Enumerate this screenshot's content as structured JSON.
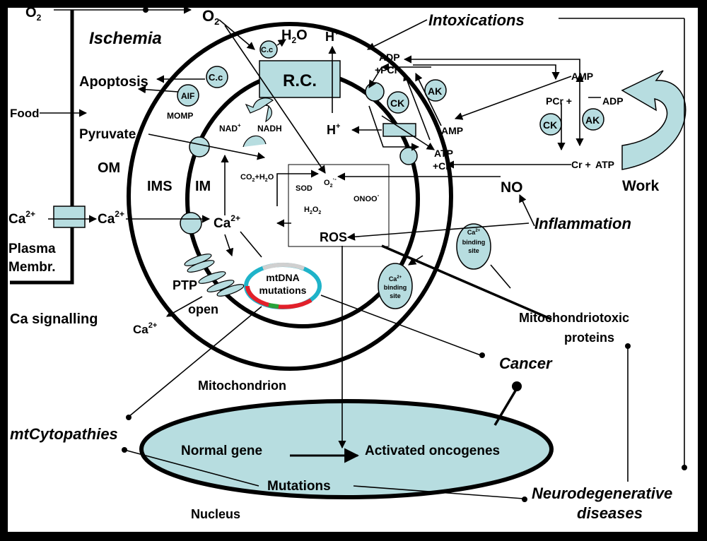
{
  "colors": {
    "organelle": "#b7dde0",
    "stroke": "#000000",
    "background": "#ffffff",
    "frame": "#000000"
  },
  "labels": {
    "o2_left": "O",
    "o2_top": "O",
    "ischemia": "Ischemia",
    "h2o": "H",
    "h2o_tail": "O",
    "hplus_top": "H",
    "hplus_mid": "H",
    "intoxications": "Intoxications",
    "apoptosis": "Apoptosis",
    "aif": "AIF",
    "momp": "MOMP",
    "cc_ims": "C.c",
    "cc_rc": "C.c",
    "rc": "R.C.",
    "food": "Food",
    "pyruvate": "Pyruvate",
    "nad": "NAD",
    "nadh": "NADH",
    "om": "OM",
    "ims": "IMS",
    "im": "IM",
    "co2h2o": "CO",
    "co2h2o_mid": "+H",
    "co2h2o_end": "O",
    "sod": "SOD",
    "o2_ros": "O",
    "onoo": "ONOO",
    "h2o2": "H",
    "h2o2_mid": "O",
    "ros": "ROS",
    "no": "NO",
    "inflammation": "Inflammation",
    "ca_left": "Ca",
    "ca_mid": "Ca",
    "ca_in": "Ca",
    "ca_out": "Ca",
    "plasma": "Plasma",
    "membr": "Membr.",
    "ca_signalling": "Ca signalling",
    "ptp": "PTP",
    "open": "open",
    "mtdna": "mtDNA",
    "mutations_mt": "mutations",
    "ca_bind_1a": "Ca",
    "ca_bind_1b": "binding",
    "ca_bind_1c": "site",
    "ca_bind_2a": "Ca",
    "ca_bind_2b": "binding",
    "ca_bind_2c": "site",
    "mitotoxic_1": "Mitochondriotoxic",
    "mitotoxic_2": "proteins",
    "cancer": "Cancer",
    "mitochondrion": "Mitochondrion",
    "mtcytopathies": "mtCytopathies",
    "normal_gene": "Normal gene",
    "activated_oncogenes": "Activated oncogenes",
    "mutations_nuc": "Mutations",
    "nucleus": "Nucleus",
    "neuro_1": "Neurodegenerative",
    "neuro_2": "diseases",
    "adp_pcr_1": "ADP",
    "adp_pcr_2": "+PCr",
    "ck_in": "CK",
    "ak_in": "AK",
    "amp_in": "AMP",
    "atp_cr_1": "ATP",
    "atp_cr_2": "+Cr",
    "amp_out": "AMP",
    "pcr_out": "PCr +",
    "adp_out": "ADP",
    "ck_out": "CK",
    "ak_out": "AK",
    "cr_out": "Cr +",
    "atp_out": "ATP",
    "work": "Work",
    "sup_2a": "2",
    "sup_2b": "2",
    "sup_2h": "2",
    "sup_2c": "2",
    "sup_2d": "2",
    "sup_2e": "2",
    "sup_2f": "2",
    "sup_plus_1": "+",
    "sup_plus_2": "+",
    "sup_plus_3": "+",
    "sup_ca_1": "2+",
    "sup_ca_2": "2+",
    "sup_ca_3": "2+",
    "sup_ca_4": "2+",
    "sup_ca_b1": "2+",
    "sup_ca_b2": "2+",
    "sup_dot": "·-",
    "sup_minus": "-"
  }
}
